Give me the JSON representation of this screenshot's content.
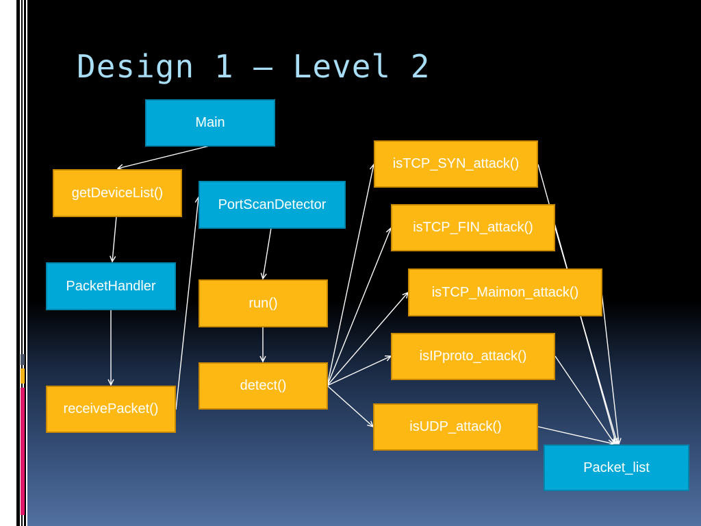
{
  "slide": {
    "title": "Design 1 – Level 2",
    "colors": {
      "background_top": "#000000",
      "background_bottom": "#5270a0",
      "title": "#a8ddf6",
      "orange_box": "#fdb813",
      "blue_box": "#00a8d8",
      "accent_magenta": "#e0186a",
      "accent_gold": "#f3b41b",
      "accent_slate": "#4a5568"
    }
  },
  "diagram": {
    "nodes": {
      "main": "Main",
      "get_device_list": "getDeviceList()",
      "packet_handler": "PacketHandler",
      "receive_packet": "receivePacket()",
      "port_scan_detector": "PortScanDetector",
      "run": "run()",
      "detect": "detect()",
      "is_tcp_syn": "isTCP_SYN_attack()",
      "is_tcp_fin": "isTCP_FIN_attack()",
      "is_tcp_maimon": "isTCP_Maimon_attack()",
      "is_ip_proto": "isIPproto_attack()",
      "is_udp": "isUDP_attack()",
      "packet_list": "Packet_list"
    },
    "edges": [
      [
        "main",
        "get_device_list"
      ],
      [
        "get_device_list",
        "packet_handler"
      ],
      [
        "packet_handler",
        "receive_packet"
      ],
      [
        "receive_packet",
        "port_scan_detector"
      ],
      [
        "port_scan_detector",
        "run"
      ],
      [
        "run",
        "detect"
      ],
      [
        "detect",
        "is_tcp_syn"
      ],
      [
        "detect",
        "is_tcp_fin"
      ],
      [
        "detect",
        "is_tcp_maimon"
      ],
      [
        "detect",
        "is_ip_proto"
      ],
      [
        "detect",
        "is_udp"
      ],
      [
        "is_tcp_syn",
        "packet_list"
      ],
      [
        "is_tcp_fin",
        "packet_list"
      ],
      [
        "is_tcp_maimon",
        "packet_list"
      ],
      [
        "is_ip_proto",
        "packet_list"
      ],
      [
        "is_udp",
        "packet_list"
      ]
    ]
  }
}
